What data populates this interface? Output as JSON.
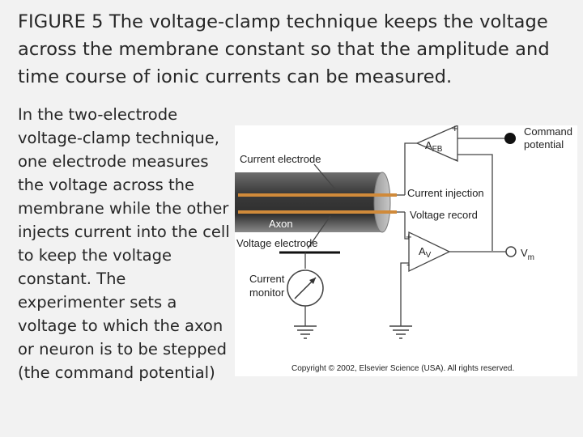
{
  "slide": {
    "title": "FIGURE 5 The voltage-clamp technique keeps the voltage across the membrane constant so that the amplitude and time course of ionic currents can be measured.",
    "body": "In the two-electrode voltage-clamp technique, one electrode measures the voltage across the membrane while the other injects current into the cell to keep the voltage constant. The experimenter sets a voltage to which the axon or neuron is to be stepped (the command potential)"
  },
  "figure": {
    "labels": {
      "current_electrode": "Current electrode",
      "axon": "Axon",
      "voltage_electrode": "Voltage electrode",
      "current_monitor_1": "Current",
      "current_monitor_2": "monitor",
      "current_injection": "Current injection",
      "voltage_record": "Voltage record",
      "command_1": "Command",
      "command_2": "potential",
      "afb_main": "A",
      "afb_sub": "FB",
      "av_main": "A",
      "av_sub": "V",
      "vm_main": "V",
      "vm_sub": "m",
      "plus_top": "+",
      "minus_top": "-",
      "plus_bottom": "+",
      "minus_bottom": "-"
    },
    "copyright": "Copyright © 2002, Elsevier Science (USA). All rights reserved."
  },
  "colors": {
    "axon_dark": "#3a3a3a",
    "axon_light": "#8a8a8a",
    "electrode": "#d08a3a",
    "background": "#f2f2f2"
  }
}
